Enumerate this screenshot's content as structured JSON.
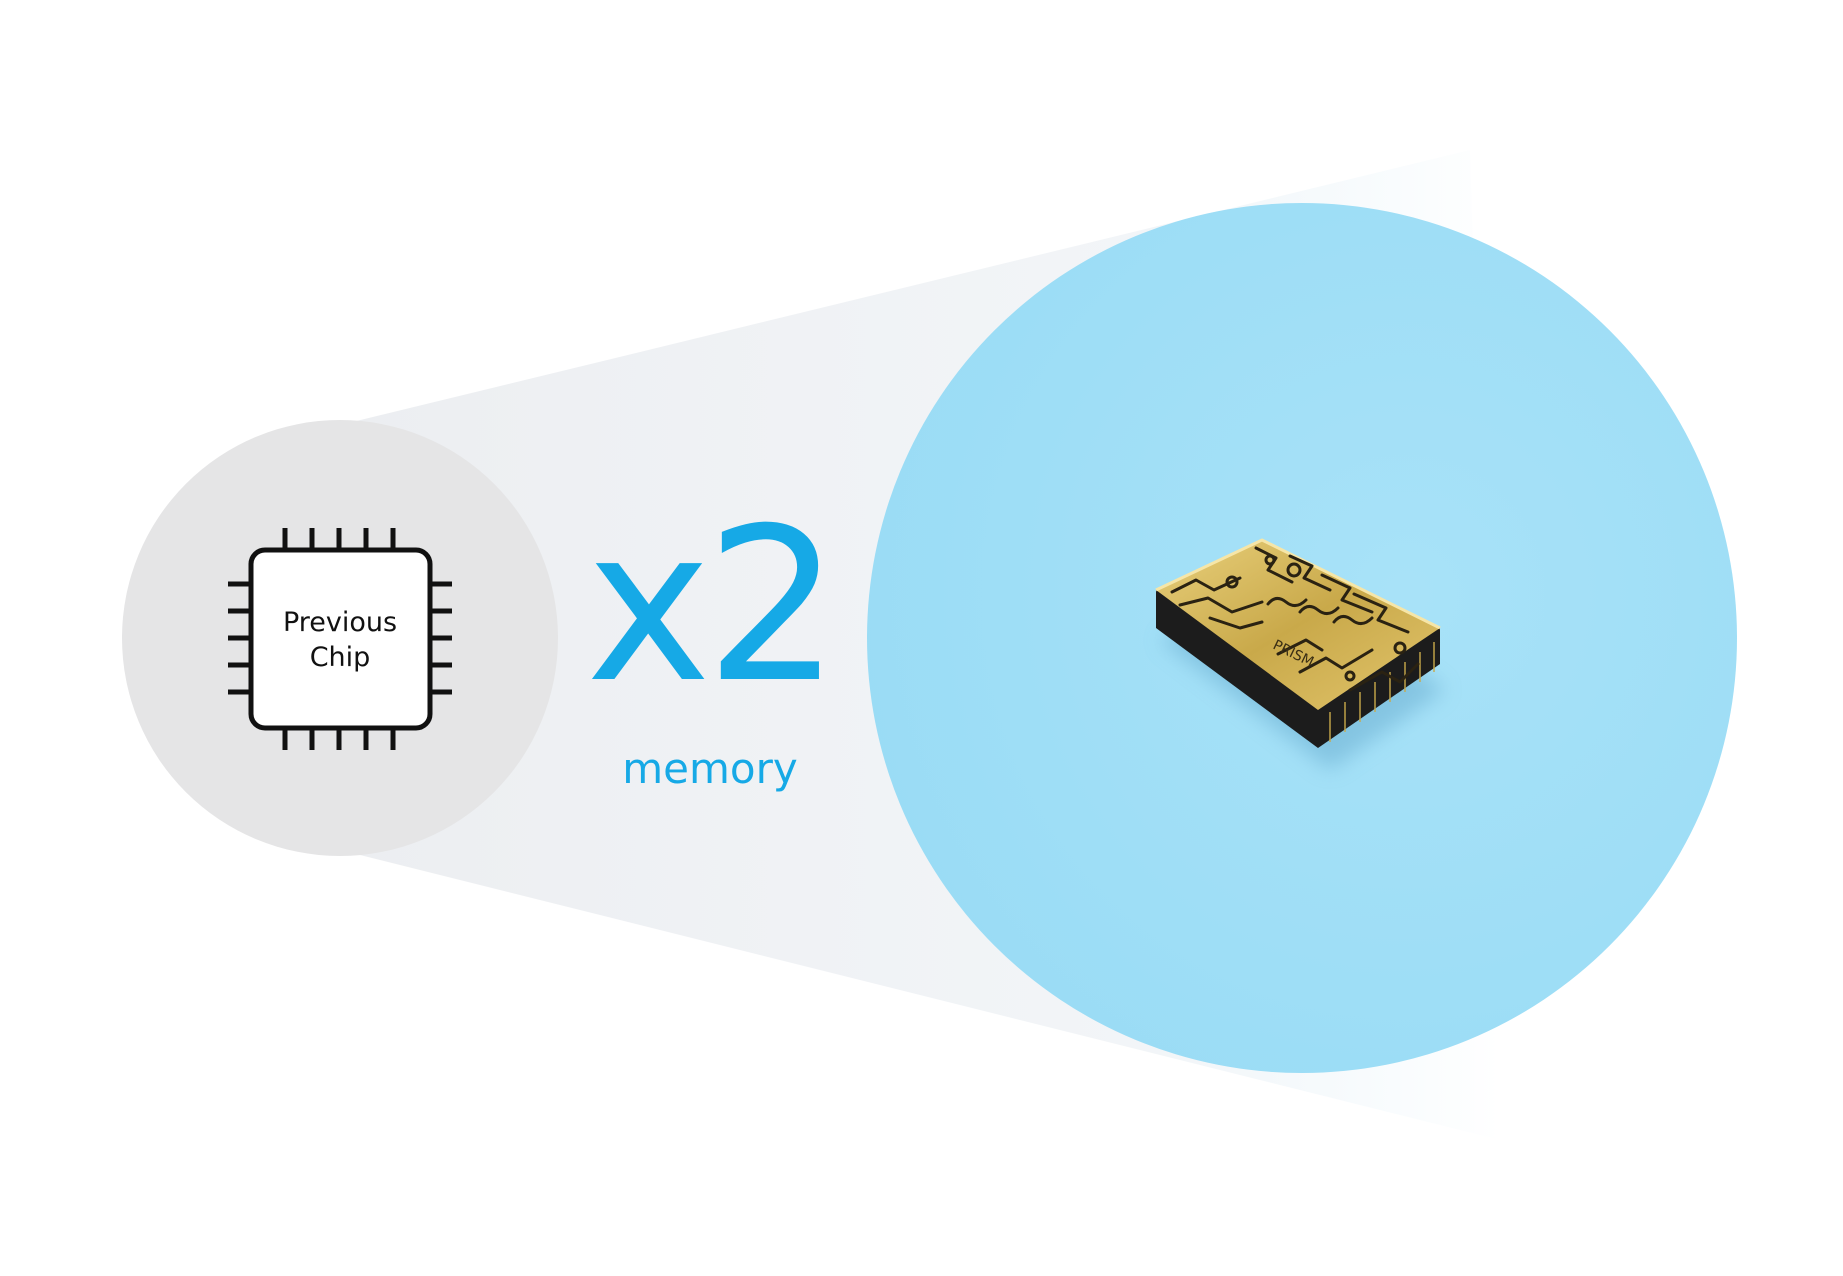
{
  "previous_chip": {
    "label_line1": "Previous",
    "label_line2": "Chip",
    "icon": "cpu-chip-outline-icon"
  },
  "comparison": {
    "multiplier": "x2",
    "caption": "memory"
  },
  "new_chip": {
    "icon": "gold-circuit-chip-icon",
    "engraving": "PRISM"
  },
  "colors": {
    "accent": "#16a9e6",
    "previous_circle": "#e5e5e6",
    "new_circle": "#9fdef6",
    "chip_gold": "#c9a94a",
    "chip_edge": "#1c1c1c"
  }
}
